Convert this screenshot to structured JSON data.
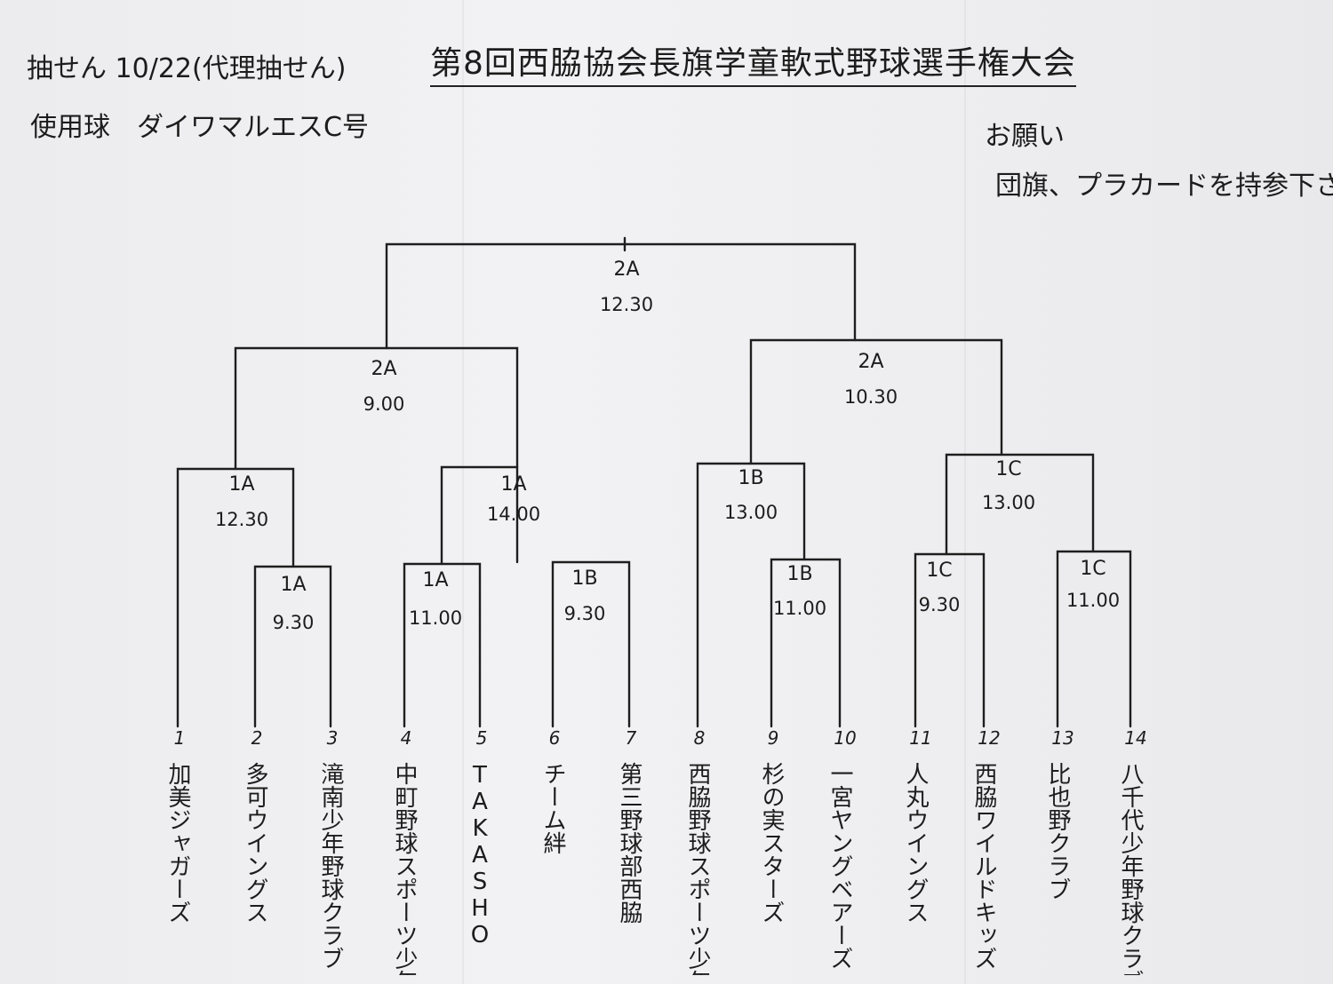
{
  "header": {
    "note_draw": "抽せん 10/22(代理抽せん)",
    "note_ball": "使用球　ダイワマルエスC号",
    "title": "第8回西脇協会長旗学童軟式野球選手権大会",
    "request_title": "お願い",
    "request_body": "団旗、プラカードを持参下さい"
  },
  "teams": [
    {
      "no": "1",
      "name": "加美ジャガーズ"
    },
    {
      "no": "2",
      "name": "多可ウイングス"
    },
    {
      "no": "3",
      "name": "滝南少年野球クラブ"
    },
    {
      "no": "4",
      "name": "中町野球スポーツ少年団"
    },
    {
      "no": "5",
      "name": "TAKASHO"
    },
    {
      "no": "6",
      "name": "チーム絆"
    },
    {
      "no": "7",
      "name": "第三野球部西脇"
    },
    {
      "no": "8",
      "name": "西脇野球スポーツ少年団"
    },
    {
      "no": "9",
      "name": "杉の実スターズ"
    },
    {
      "no": "10",
      "name": "一宮ヤングベアーズ"
    },
    {
      "no": "11",
      "name": "人丸ウイングス"
    },
    {
      "no": "12",
      "name": "西脇ワイルドキッズ"
    },
    {
      "no": "13",
      "name": "比也野クラブ"
    },
    {
      "no": "14",
      "name": "八千代少年野球クラブ"
    }
  ],
  "matches": [
    {
      "id": "final",
      "court": "2A",
      "time": "12.30"
    },
    {
      "id": "semi-left",
      "court": "2A",
      "time": "9.00"
    },
    {
      "id": "semi-right",
      "court": "2A",
      "time": "10.30"
    },
    {
      "id": "qf-1",
      "court": "1A",
      "time": "12.30"
    },
    {
      "id": "qf-2",
      "court": "1A",
      "time": "14.00"
    },
    {
      "id": "qf-3",
      "court": "1B",
      "time": "13.00"
    },
    {
      "id": "qf-4",
      "court": "1C",
      "time": "13.00"
    },
    {
      "id": "r1-2-3",
      "court": "1A",
      "time": "9.30"
    },
    {
      "id": "r1-4-5",
      "court": "1A",
      "time": "11.00"
    },
    {
      "id": "r1-6-7",
      "court": "1B",
      "time": "9.30"
    },
    {
      "id": "r1-9-10",
      "court": "1B",
      "time": "11.00"
    },
    {
      "id": "r1-11-12",
      "court": "1C",
      "time": "9.30"
    },
    {
      "id": "r1-13-14",
      "court": "1C",
      "time": "11.00"
    }
  ]
}
